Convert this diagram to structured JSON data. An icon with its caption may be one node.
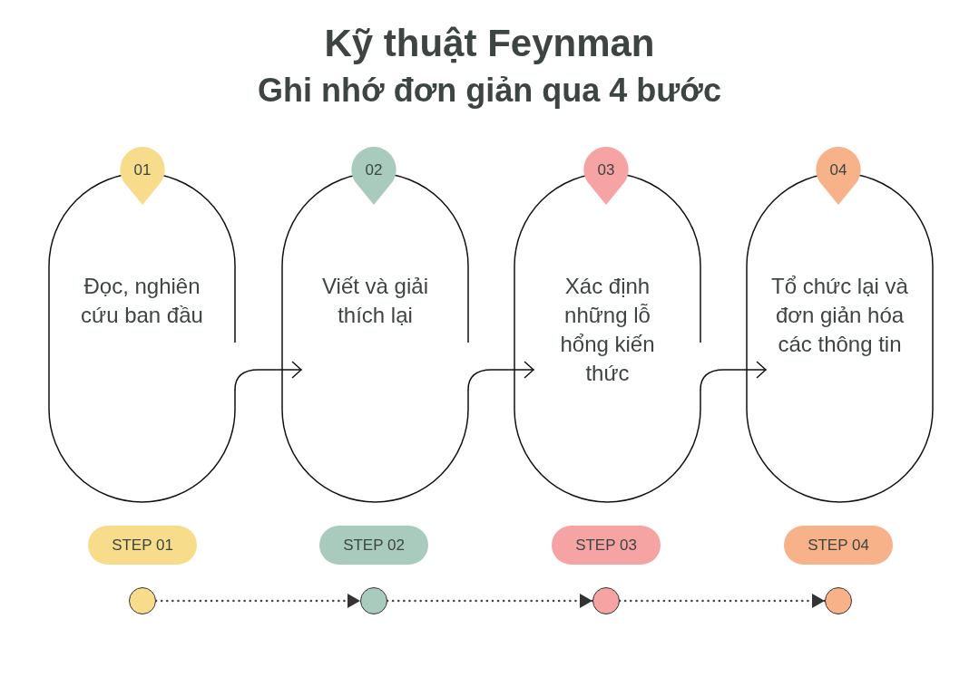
{
  "diagram": {
    "title": "Kỹ thuật Feynman",
    "nodes": [
      {
        "text": [
          "Đọc, nghiên cứu ban đầu"
        ]
      },
      {
        "text": [
          "Viết và giải thích lại"
        ]
      },
      {
        "text": [
          "Xác định những lỗ hổng kiến thức"
        ]
      },
      {
        "text": [
          "Tổ chức lại và đơn giản hóa các thông tin"
        ]
      },
      {
        "text": [
          "01"
        ]
      },
      {
        "text": [
          "02"
        ]
      },
      {
        "text": [
          "03"
        ]
      },
      {
        "text": [
          "04"
        ]
      },
      {
        "text": [
          "STEP 01"
        ]
      },
      {
        "text": [
          "STEP 02"
        ]
      },
      {
        "text": [
          "STEP 03"
        ]
      },
      {
        "text": [
          "STEP 04"
        ]
      },
      {
        "text": [],
        "shape": "circle"
      },
      {
        "text": [],
        "shape": "circle"
      },
      {
        "text": [],
        "shape": "circle"
      },
      {
        "text": [],
        "shape": "circle"
      }
    ],
    "edges": [
      {
        "from": 0,
        "to": 1,
        "arrow": "to"
      },
      {
        "from": 1,
        "to": 2,
        "arrow": "to"
      },
      {
        "from": 2,
        "to": 3,
        "arrow": "to"
      },
      {
        "from": 12,
        "to": 13,
        "arrow": "to",
        "style": "dashed"
      },
      {
        "from": 13,
        "to": 14,
        "arrow": "to",
        "style": "dashed"
      },
      {
        "from": 14,
        "to": 15,
        "arrow": "to",
        "style": "dashed"
      }
    ],
    "labels": [
      "Ghi nhớ đơn giản qua 4 bước"
    ]
  }
}
